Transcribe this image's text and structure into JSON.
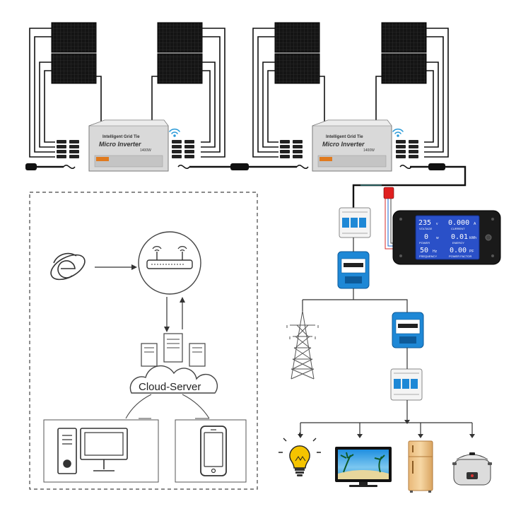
{
  "inverters": [
    {
      "title": "Intelligent Grid Tie",
      "name": "Micro Inverter",
      "rating": "1400W"
    },
    {
      "title": "Intelligent Grid Tie",
      "name": "Micro Inverter",
      "rating": "1400W"
    }
  ],
  "meter": {
    "readings": [
      {
        "value": "235",
        "unit": "v",
        "label": "VOLTAGE"
      },
      {
        "value": "0.000",
        "unit": "A",
        "label": "CURRENT"
      },
      {
        "value": "0",
        "unit": "w",
        "label": "POWER"
      },
      {
        "value": "0.01",
        "unit": "kWh",
        "label": "ENERGY"
      },
      {
        "value": "50",
        "unit": "Hz",
        "label": "FREQUENCY"
      },
      {
        "value": "0.00",
        "unit": "PF",
        "label": "POWER FACTOR"
      }
    ]
  },
  "cloud": {
    "label": "Cloud-Server"
  },
  "colors": {
    "panel": "#1a1a1a",
    "inverter": "#d9d9d9",
    "meter_screen": "#2a50c8",
    "meter_blue": "#1e88d6",
    "dashed": "#444444"
  }
}
